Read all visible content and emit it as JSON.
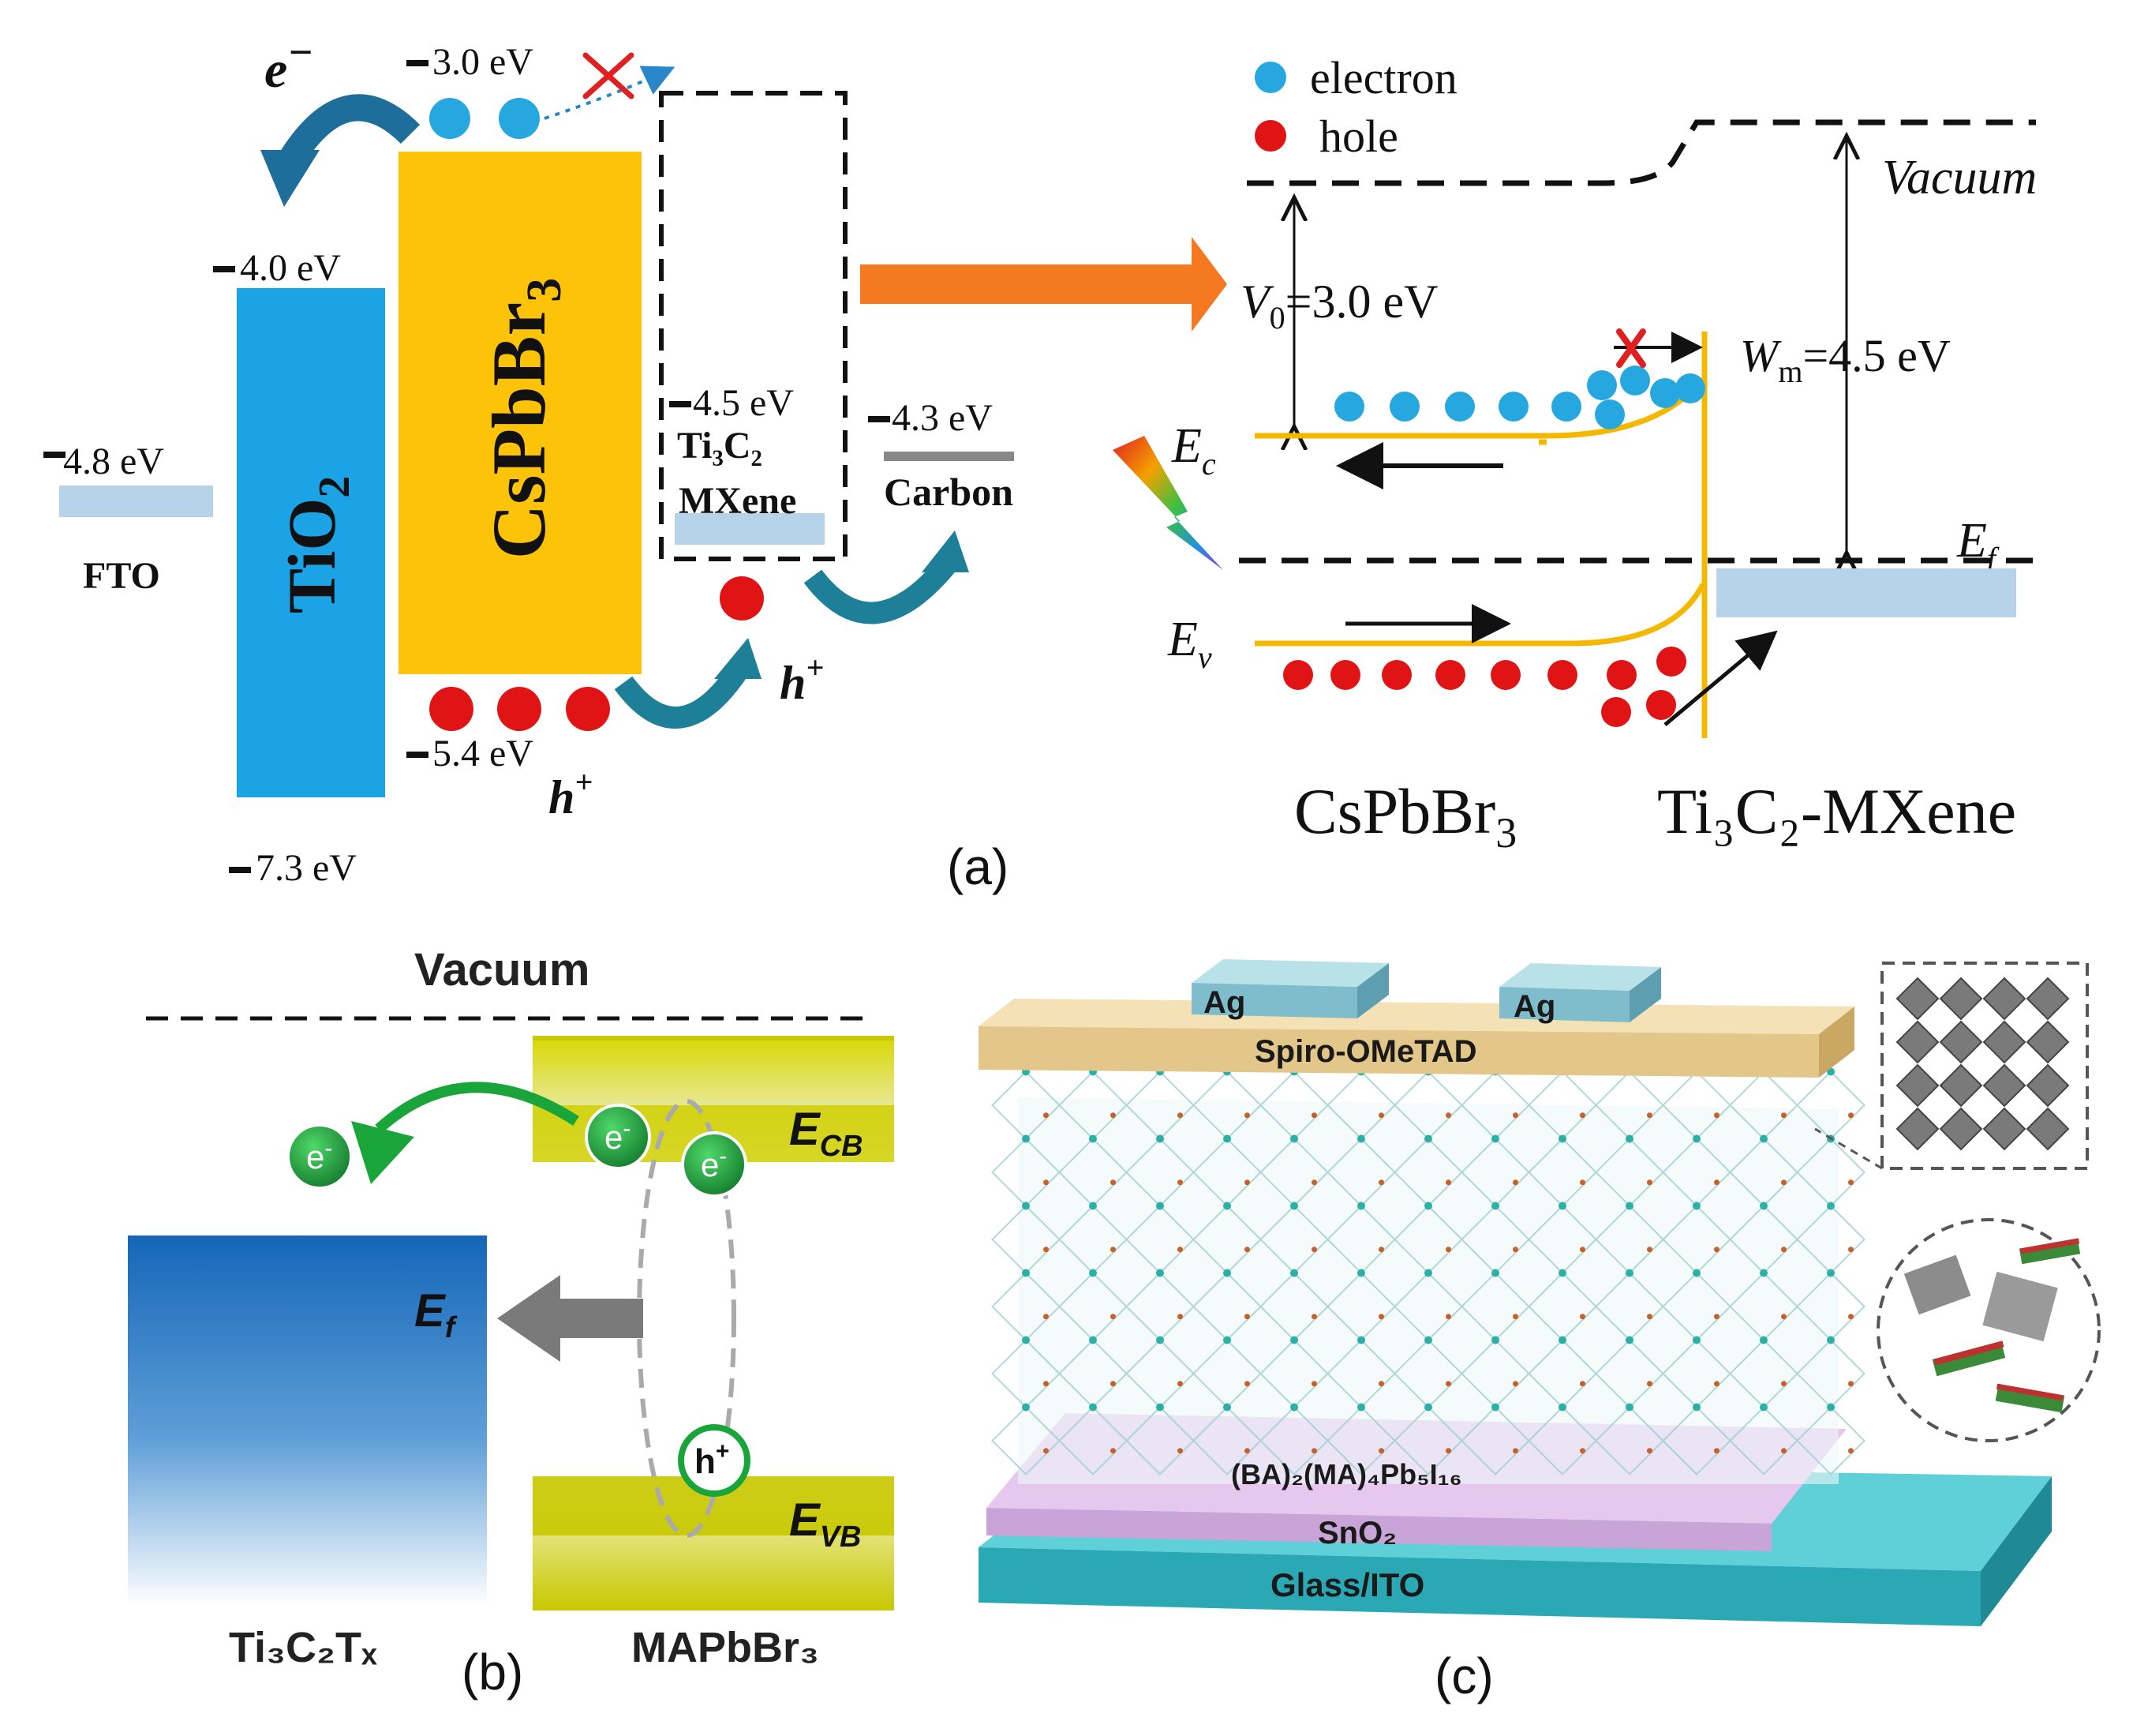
{
  "panel_a": {
    "label": "(a)",
    "left": {
      "levels": {
        "top": "3.0 eV",
        "tio2_cb": "4.0 eV",
        "fto": "4.8 eV",
        "mxene": "4.5 eV",
        "carbon": "4.3 eV",
        "vb": "5.4 eV",
        "tio2_vb": "7.3 eV"
      },
      "materials": {
        "fto": "FTO",
        "tio2": "TiO",
        "tio2_sub": "2",
        "cspbbr3": "CsPbBr",
        "cspbbr3_sub": "3",
        "mxene_line1": "Ti₃C₂",
        "mxene_line2": "MXene",
        "carbon": "Carbon"
      },
      "carriers": {
        "electron": "e",
        "electron_sup": "−",
        "hole": "h",
        "hole_sup": "+"
      }
    },
    "right": {
      "legend": {
        "electron": "electron",
        "hole": "hole"
      },
      "vacuum": "Vacuum",
      "v0": "V",
      "v0_sub": "0",
      "v0_value": "=3.0 eV",
      "wm": "W",
      "wm_sub": "m",
      "wm_value": "=4.5 eV",
      "ec": "E",
      "ec_sub": "c",
      "ev": "E",
      "ev_sub": "v",
      "ef": "E",
      "ef_sub": "f",
      "material_left": "CsPbBr",
      "material_left_sub": "3",
      "material_right": "Ti₃C₂-MXene"
    },
    "colors": {
      "tio2": "#1ba3e6",
      "cspbbr3": "#fcc309",
      "electron": "#27a7e0",
      "hole": "#e01414",
      "orange_arrow": "#f47921",
      "teal_arrow": "#1e7f99",
      "band_line": "#f5b800",
      "ef_bar": "#b7d3ea"
    }
  },
  "panel_b": {
    "label": "(b)",
    "vacuum": "Vacuum",
    "ecb": "E",
    "ecb_sub": "CB",
    "evb": "E",
    "evb_sub": "VB",
    "ef": "E",
    "ef_sub": "f",
    "electron": "e",
    "electron_sup": "-",
    "hole": "h",
    "hole_sup": "+",
    "material_left": "Ti₃C₂Tₓ",
    "material_right": "MAPbBr₃",
    "colors": {
      "band": "#c8c800",
      "ti3c2tx": "#1566b8",
      "carrier_green": "#1aa53a"
    }
  },
  "panel_c": {
    "label": "(c)",
    "electrode_1": "Ag",
    "electrode_2": "Ag",
    "htl": "Spiro-OMeTAD",
    "perovskite": "(BA)₂(MA)₄Pb₅I₁₆",
    "etl": "SnO₂",
    "substrate": "Glass/ITO",
    "colors": {
      "ag": "#8cc8d0",
      "spiro": "#ead29a",
      "sno2": "#ddb8e8",
      "glass": "#3cb8c4"
    }
  }
}
